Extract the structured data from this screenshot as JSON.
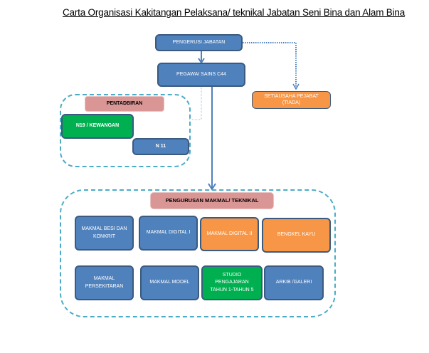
{
  "title": "Carta Organisasi Kakitangan Pelaksana/ teknikal Jabatan Seni Bina dan Alam Bina",
  "colors": {
    "blue": "#4f81bd",
    "orange": "#f79646",
    "green": "#00b050",
    "pink": "#da9694",
    "dashed_border": "#4bacc6",
    "box_border": "#3a5a80"
  },
  "top": {
    "chair": "PENGERUSI JABATAN",
    "officer": "PEGAWAI SAINS C44",
    "secretary_line1": "SETIAUSAHA PEJABAT",
    "secretary_line2": "(TIADA)"
  },
  "admin": {
    "header": "PENTADBIRAN",
    "items": [
      "N19 / KEWANGAN",
      "N 11"
    ]
  },
  "lab": {
    "header": "PENGURUSAN MAKMAL/ TEKNIKAL",
    "row1": [
      {
        "line1": "MAKMAL BESI DAN",
        "line2": "KONKRIT"
      },
      {
        "line1": "MAKMAL DIGITAL I",
        "line2": ""
      },
      {
        "line1": "MAKMAL DIGITAL II",
        "line2": ""
      },
      {
        "line1": "BENGKEL KAYU",
        "line2": ""
      }
    ],
    "row2": [
      {
        "line1": "MAKMAL",
        "line2": "PERSEKITARAN",
        "line3": ""
      },
      {
        "line1": "MAKMAL MODEL",
        "line2": "",
        "line3": ""
      },
      {
        "line1": "STUDIO",
        "line2": "PENGAJARAN",
        "line3": "TAHUN 1-TAHUN 5"
      },
      {
        "line1": "ARKIB /GALERI",
        "line2": "",
        "line3": ""
      }
    ]
  }
}
